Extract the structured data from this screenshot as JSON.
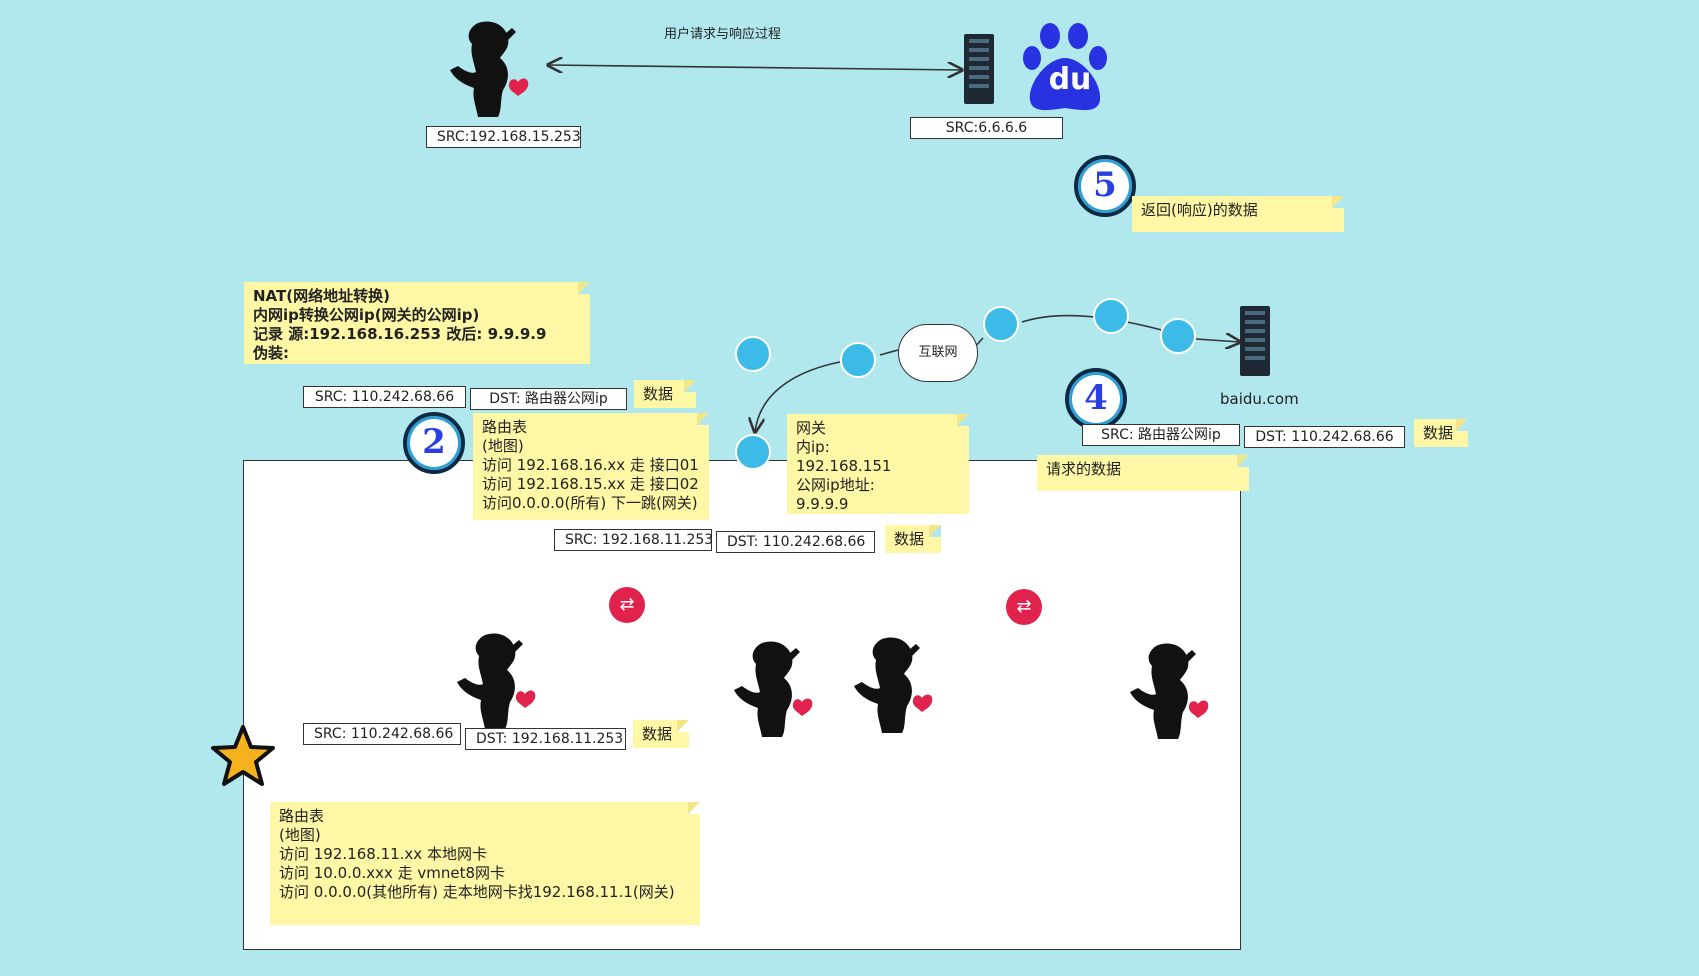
{
  "diagram": {
    "top_title": "用户请求与响应过程",
    "client_ip_label": "SRC:192.168.15.253",
    "server_ip_label": "SRC:6.6.6.6",
    "baidu_logo_text": "du",
    "nat_note": [
      "NAT(网络地址转换)",
      "内网ip转换公网ip(网关的公网ip)",
      "记录 源:192.168.16.253   改后: 9.9.9.9",
      "伪装:"
    ],
    "step2_badge": "2",
    "step4_badge": "4",
    "step5_badge": "5",
    "step5_note": "返回(响应)的数据",
    "packet_top": {
      "src": "SRC: 110.242.68.66",
      "dst": "DST: 路由器公网ip",
      "data": "数据"
    },
    "route_table_gw": [
      "路由表",
      "(地图)",
      "访问 192.168.16.xx 走 接口01",
      "访问 192.168.15.xx 走 接口02",
      "访问0.0.0.0(所有) 下一跳(网关)"
    ],
    "gateway_note": [
      "网关",
      "内ip:",
      "192.168.151",
      "公网ip地址:",
      "9.9.9.9"
    ],
    "internet_label": "互联网",
    "baidu_domain": "baidu.com",
    "packet_step4": {
      "src": "SRC: 路由器公网ip",
      "dst": "DST:  110.242.68.66",
      "data": "数据"
    },
    "request_note": "请求的数据",
    "packet_lan_up": {
      "src": "SRC: 192.168.11.253",
      "dst": "DST:  110.242.68.66",
      "data": "数据"
    },
    "packet_lan_down": {
      "src": "SRC: 110.242.68.66",
      "dst": "DST: 192.168.11.253",
      "data": "数据"
    },
    "route_table_host": [
      "路由表",
      "(地图)",
      "访问 192.168.11.xx 本地网卡",
      "访问 10.0.0.xxx  走 vmnet8网卡",
      "访问 0.0.0.0(其他所有) 走本地网卡找192.168.11.1(网关)"
    ],
    "switch_glyph": "⇄",
    "icons": {
      "user": "person-silhouette-icon",
      "server": "server-icon",
      "router": "router-icon",
      "switch": "switch-icon",
      "cloud": "cloud-icon",
      "star": "star-icon",
      "baidu": "baidu-paw-logo"
    },
    "colors": {
      "background": "#b0e8ee",
      "note": "#fdf7a6",
      "router": "#3cbbe8",
      "switch": "#e0224c",
      "badge_text": "#2a3fe0",
      "baidu": "#2932e1",
      "star": "#f5b21c"
    }
  }
}
